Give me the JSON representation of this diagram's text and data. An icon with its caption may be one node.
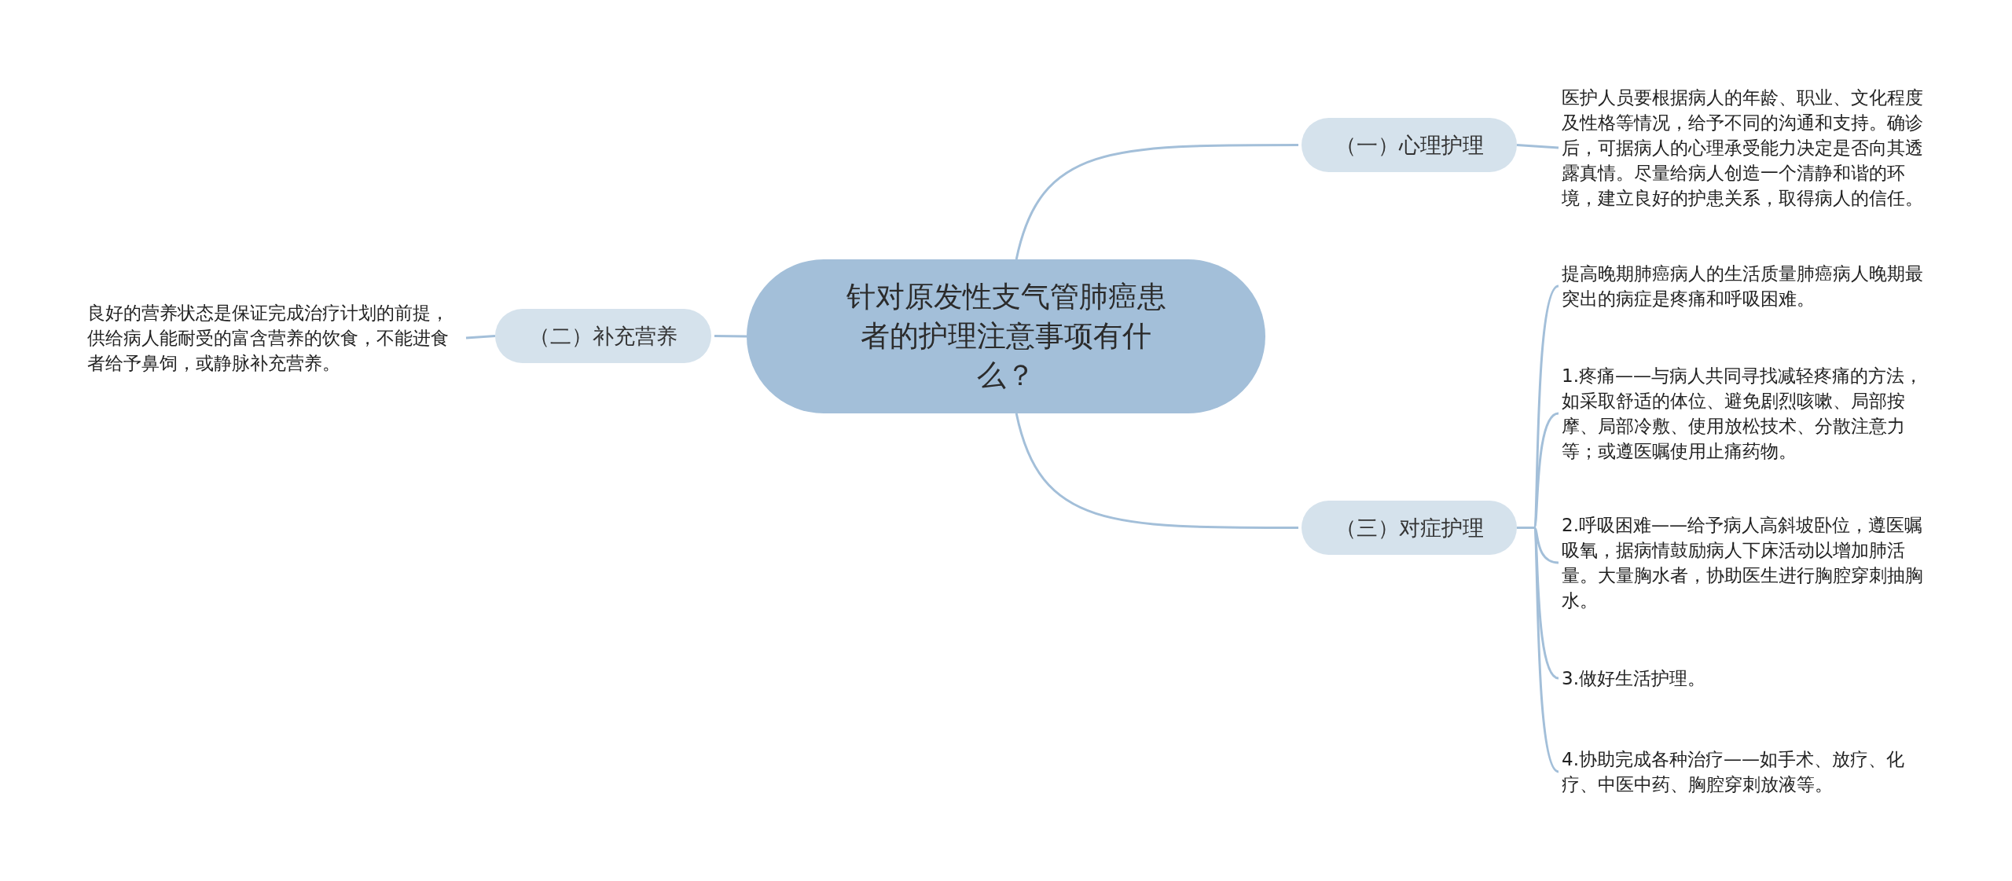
{
  "diagram": {
    "nodes": [
      {
        "text": [
          "针对原发性支气管肺癌患者的护理注意事项有什么？"
        ]
      },
      {
        "text": [
          "（一）心理护理"
        ]
      },
      {
        "text": [
          "医护人员要根据病人的年龄、职业、文化程度及性格等情况，给予不同的沟通和支持。确诊后，可据病人的心理承受能力决定是否向其透露真情。尽量给病人创造一个清静和谐的环境，建立良好的护患关系，取得病人的信任。"
        ]
      },
      {
        "text": [
          "（二）补充营养"
        ]
      },
      {
        "text": [
          "良好的营养状态是保证完成治疗计划的前提，供给病人能耐受的富含营养的饮食，不能进食者给予鼻饲，或静脉补充营养。"
        ]
      },
      {
        "text": [
          "（三）对症护理"
        ]
      },
      {
        "text": [
          "提高晚期肺癌病人的生活质量肺癌病人晚期最突出的病症是疼痛和呼吸困难。"
        ]
      },
      {
        "text": [
          "1.疼痛——与病人共同寻找减轻疼痛的方法，如采取舒适的体位、避免剧烈咳嗽、局部按摩、局部冷敷、使用放松技术、分散注意力等；或遵医嘱使用止痛药物。"
        ]
      },
      {
        "text": [
          "2.呼吸困难——给予病人高斜坡卧位，遵医嘱吸氧，据病情鼓励病人下床活动以增加肺活量。大量胸水者，协助医生进行胸腔穿刺抽胸水。"
        ]
      },
      {
        "text": [
          "3.做好生活护理。"
        ]
      },
      {
        "text": [
          "4.协助完成各种治疗——如手术、放疗、化疗、中医中药、胸腔穿刺放液等。"
        ]
      }
    ],
    "edges": [
      {
        "from": 0,
        "to": 1,
        "arrow": "none"
      },
      {
        "from": 1,
        "to": 2,
        "arrow": "none"
      },
      {
        "from": 0,
        "to": 3,
        "arrow": "none"
      },
      {
        "from": 3,
        "to": 4,
        "arrow": "none"
      },
      {
        "from": 0,
        "to": 5,
        "arrow": "none"
      },
      {
        "from": 5,
        "to": 6,
        "arrow": "none"
      },
      {
        "from": 5,
        "to": 7,
        "arrow": "none"
      },
      {
        "from": 5,
        "to": 8,
        "arrow": "none"
      },
      {
        "from": 5,
        "to": 9,
        "arrow": "none"
      },
      {
        "from": 5,
        "to": 10,
        "arrow": "none"
      }
    ]
  }
}
